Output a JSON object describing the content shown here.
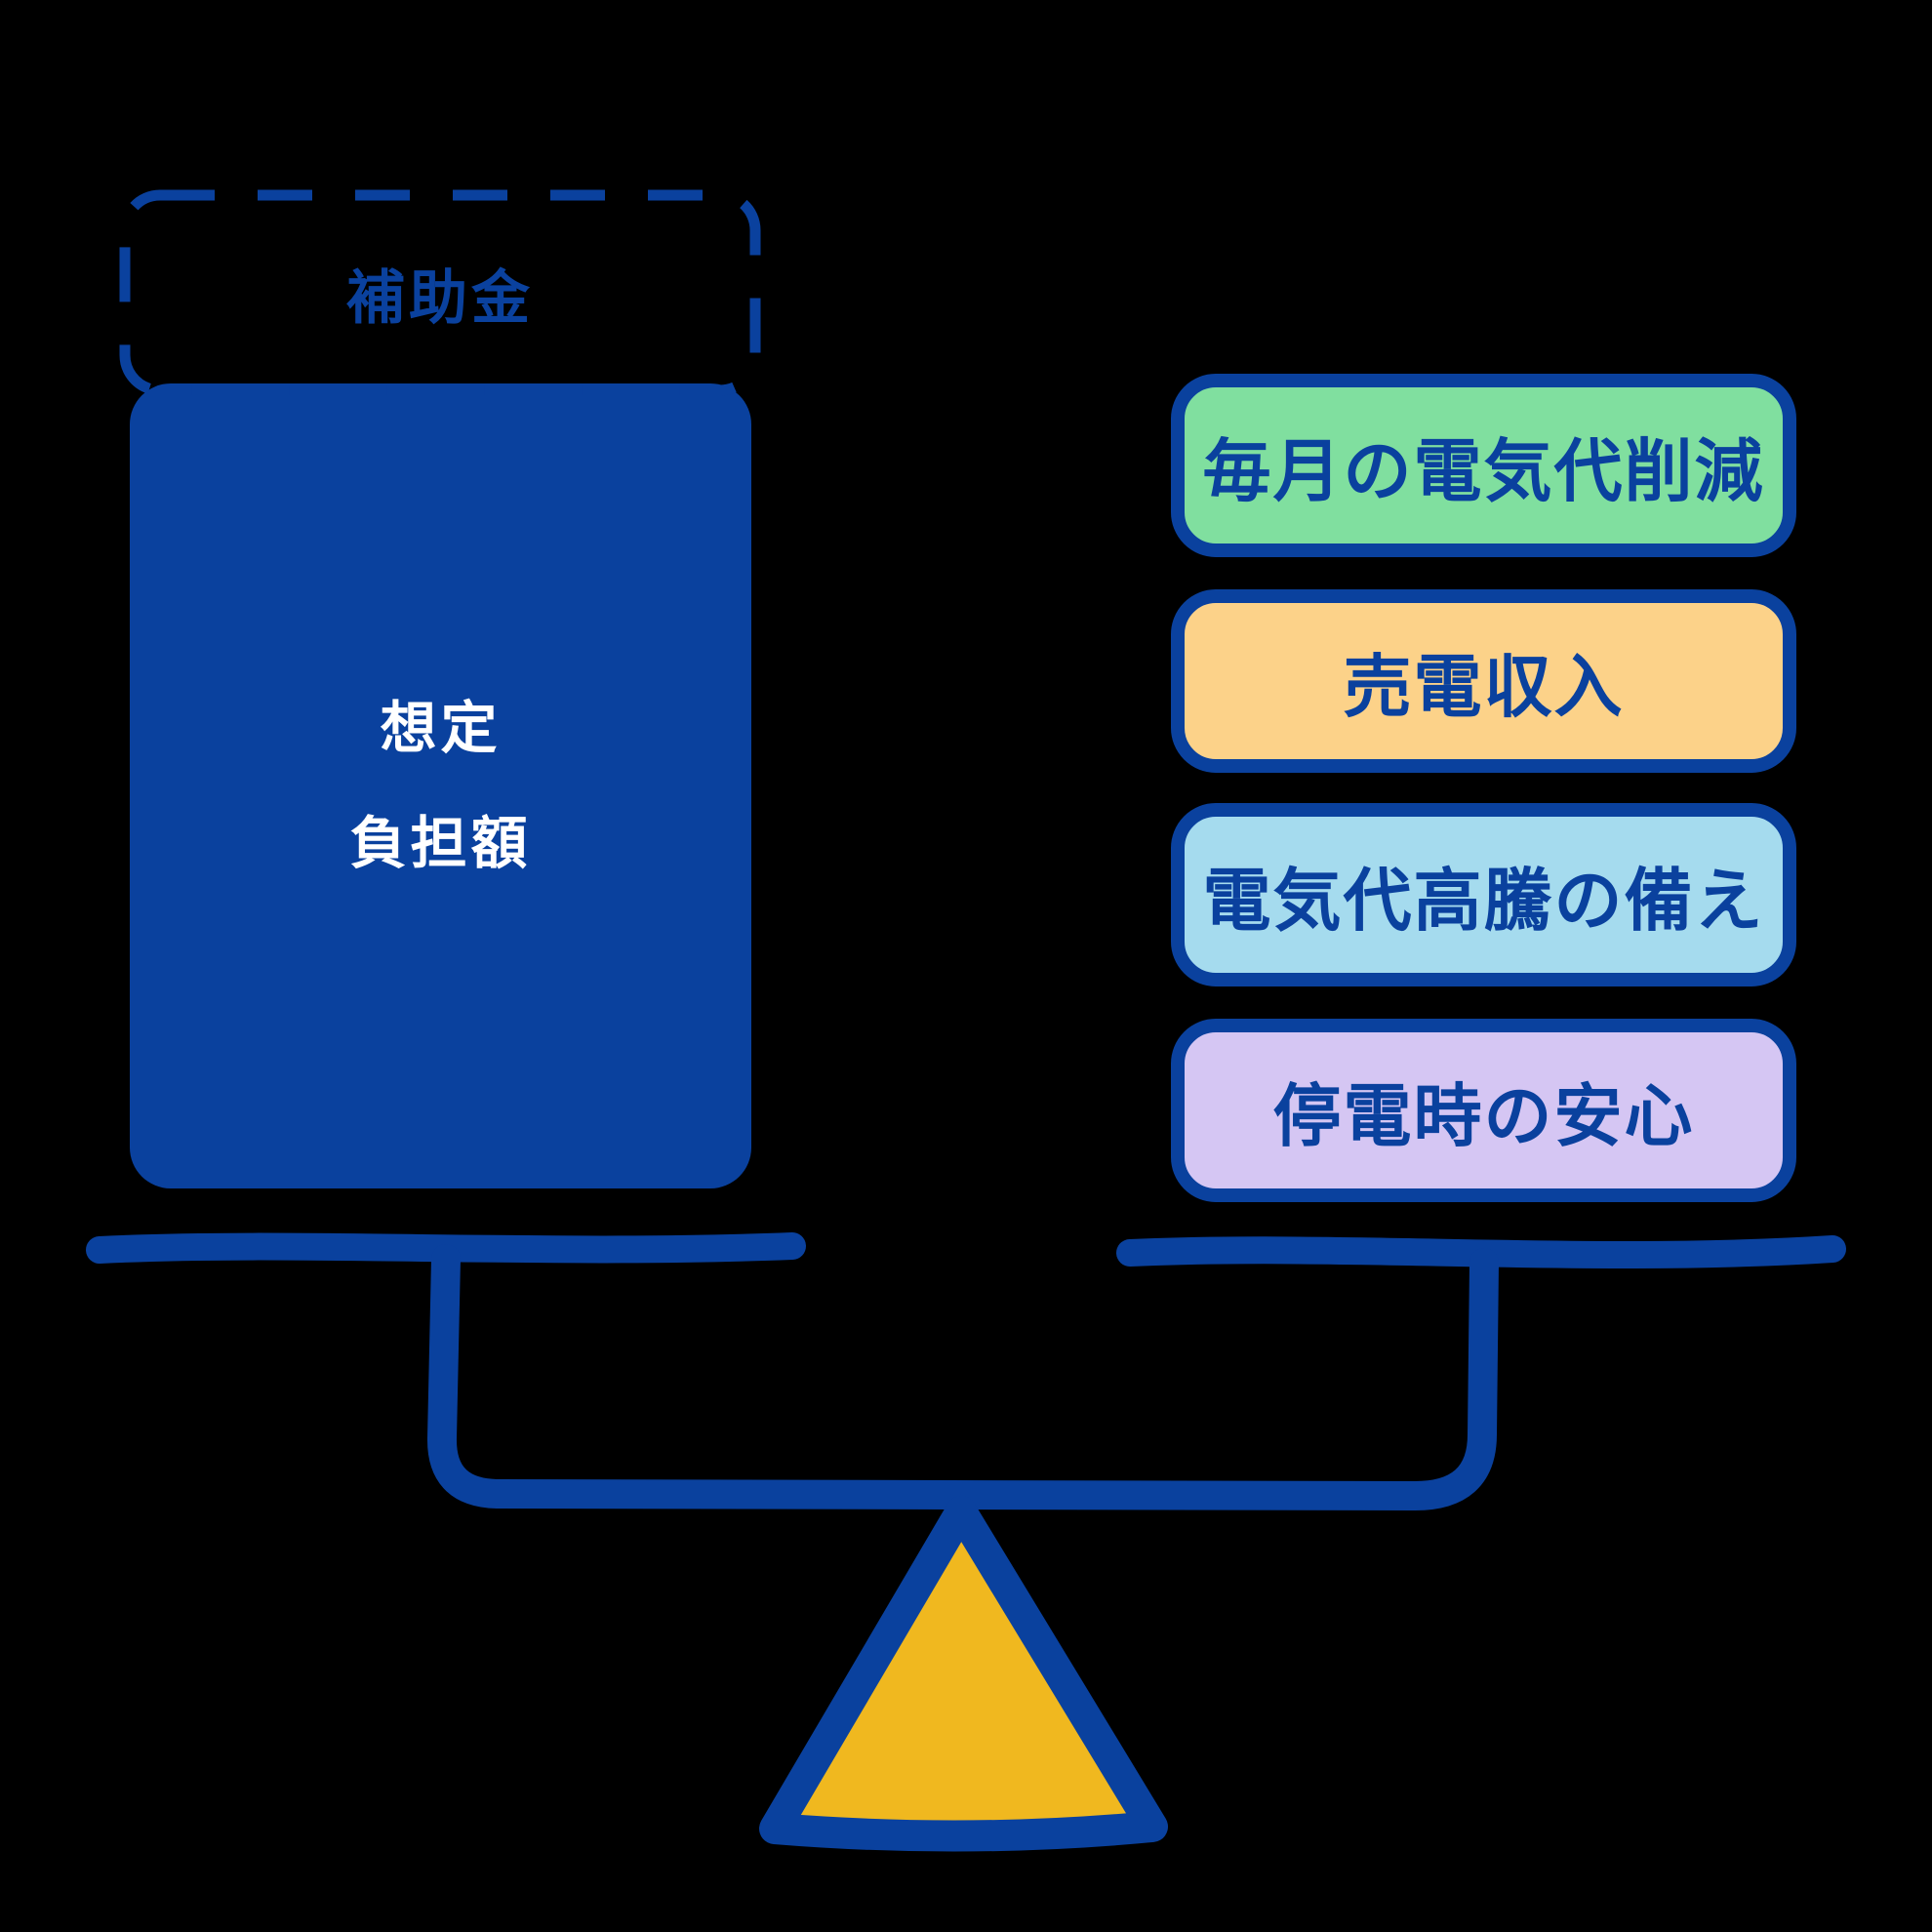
{
  "palette": {
    "background": "#000000",
    "primary_blue": "#0A419E",
    "text_on_blue": "#FFFFFF",
    "benefit_green": "#80DF9F",
    "benefit_orange": "#FCD289",
    "benefit_light_blue": "#A5DBEE",
    "benefit_purple": "#D5C6F3",
    "fulcrum_yellow": "#F0B81F"
  },
  "scale": {
    "left": {
      "subsidy_label": "補助金",
      "burden_line1": "想定",
      "burden_line2": "負担額"
    },
    "right": {
      "benefits": [
        {
          "label": "毎月の電気代削減",
          "color": "#80DF9F"
        },
        {
          "label": "売電収入",
          "color": "#FCD289"
        },
        {
          "label": "電気代高騰の備え",
          "color": "#A5DBEE"
        },
        {
          "label": "停電時の安心",
          "color": "#D5C6F3"
        }
      ]
    }
  }
}
